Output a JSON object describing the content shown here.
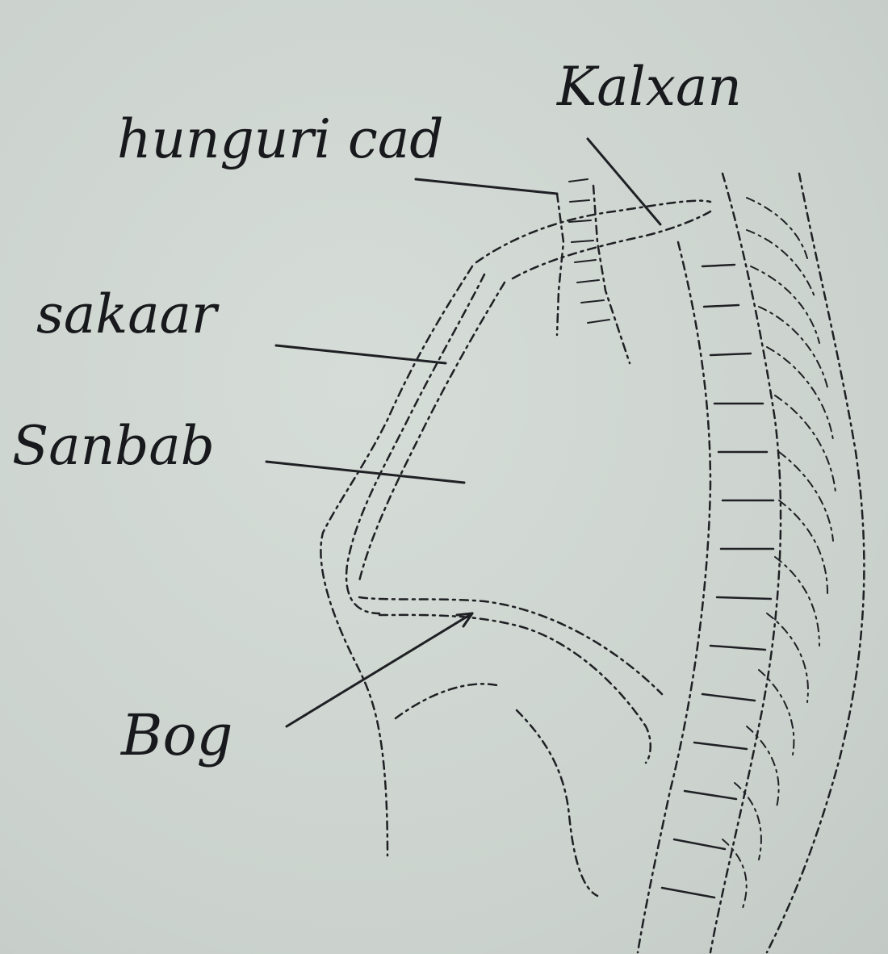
{
  "diagram": {
    "labels": {
      "kalxan": "Kalxan",
      "hunguri_cad": "hunguri cad",
      "sakaar": "sakaar",
      "sanbab": "Sanbab",
      "bog": "Bog"
    }
  }
}
